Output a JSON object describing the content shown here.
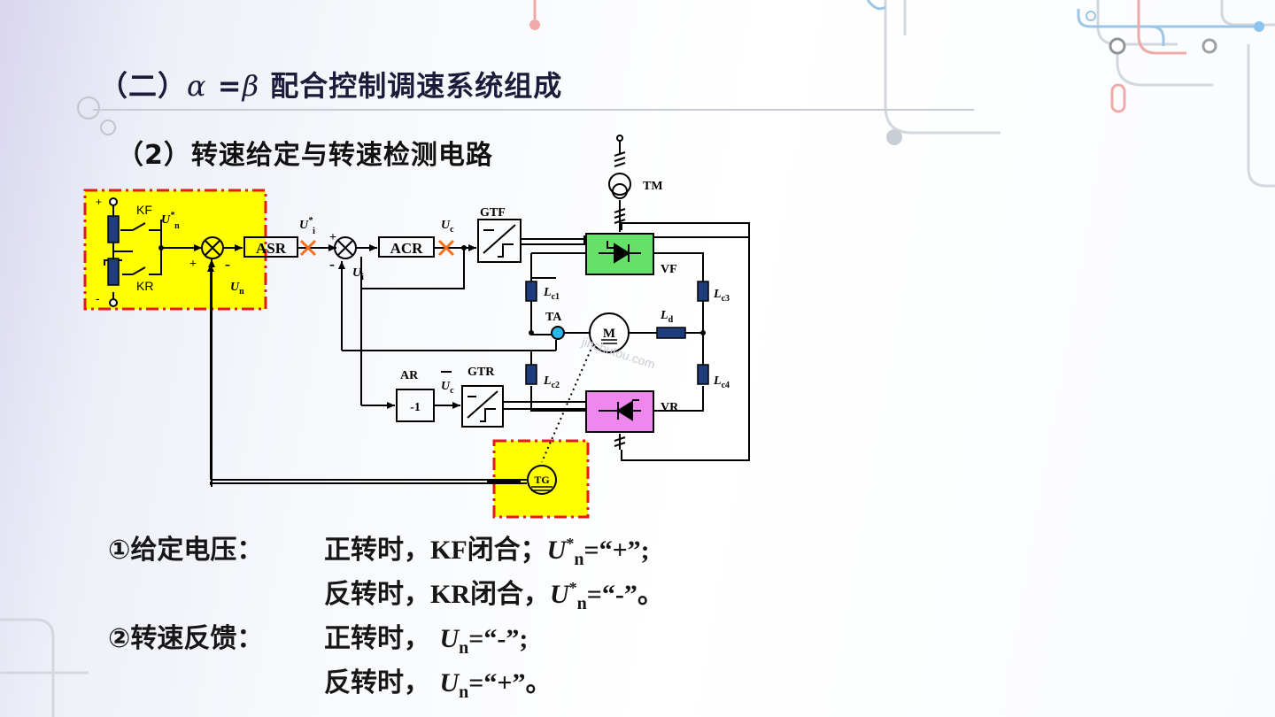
{
  "slide": {
    "title_prefix": "（二）",
    "title_alpha": "α",
    "title_eq": " =",
    "title_beta": "β",
    "title_suffix": " 配合控制调速系统组成",
    "subtitle": "（2）转速给定与转速检测电路"
  },
  "diagram": {
    "labels": {
      "plus_top": "+",
      "minus_bottom": "-",
      "kf": "KF",
      "kr": "KR",
      "un_star_sym": "U",
      "un_star_sup": "*",
      "un_star_sub": "n",
      "sum1_plus": "+",
      "sum1_minus": "-",
      "un_sym": "U",
      "un_sub": "n",
      "asr": "ASR",
      "ui_star_sym": "U",
      "ui_star_sup": "*",
      "ui_star_sub": "i",
      "sum2_plus": "+",
      "sum2_minus": "-",
      "ui_sym": "U",
      "ui_sub": "i",
      "acr": "ACR",
      "uc_sym": "U",
      "uc_sub": "c",
      "gtf": "GTF",
      "tm": "TM",
      "vf": "VF",
      "vr": "VR",
      "lc1_sym": "L",
      "lc1_sub": "c1",
      "lc2_sym": "L",
      "lc2_sub": "c2",
      "lc3_sym": "L",
      "lc3_sub": "c3",
      "lc4_sym": "L",
      "lc4_sub": "c4",
      "ld_sym": "L",
      "ld_sub": "d",
      "ta": "TA",
      "motor": "M",
      "ar": "AR",
      "ar_gain": "-1",
      "uc_bar_sym": "U",
      "uc_bar_sub": "c",
      "gtr": "GTR",
      "tg": "TG",
      "watermark": "jinchutou.com"
    },
    "colors": {
      "highlight_yellow": "#ffff00",
      "dash_red": "#e21a1a",
      "vf_green": "#66e066",
      "vr_magenta": "#ee88ee",
      "inductor_blue": "#1f3d7a",
      "cross_orange": "#f07020",
      "ta_cyan": "#29b6e8"
    }
  },
  "notes": [
    {
      "lead": "①给定电压：",
      "text1": "正转时，",
      "mid": "KF",
      "text2": "闭合；",
      "sym": "U",
      "sup": "*",
      "sub": "n",
      "tail": "=“+”;"
    },
    {
      "lead": "",
      "text1": "反转时，",
      "mid": "KR",
      "text2": "闭合，",
      "sym": "U",
      "sup": "*",
      "sub": "n",
      "tail": "=“-”。"
    },
    {
      "lead": "②转速反馈：",
      "text1": "正转时，",
      "mid": "",
      "text2": "",
      "sym": "U",
      "sup": "",
      "sub": "n",
      "tail": "=“-”;"
    },
    {
      "lead": "",
      "text1": "反转时，",
      "mid": "",
      "text2": "",
      "sym": "U",
      "sup": "",
      "sub": "n",
      "tail": "=“+”。"
    }
  ]
}
